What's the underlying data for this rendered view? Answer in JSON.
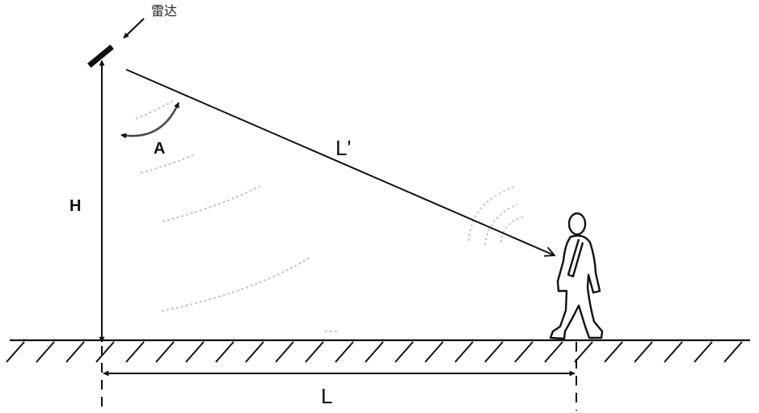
{
  "labels": {
    "radar": "雷达",
    "angle": "A",
    "height": "H",
    "slant_distance": "L'",
    "ground_distance": "L"
  },
  "colors": {
    "ink": "#111111",
    "wave": "#bdbdbd",
    "background": "#ffffff"
  }
}
